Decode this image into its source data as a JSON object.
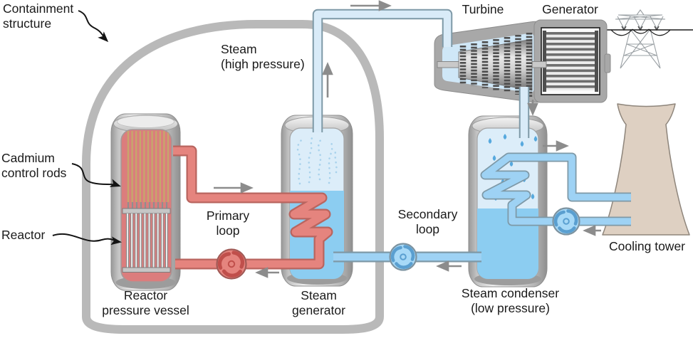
{
  "labels": {
    "containment": {
      "line1": "Containment",
      "line2": "structure"
    },
    "cadmium": {
      "line1": "Cadmium",
      "line2": "control rods"
    },
    "reactor": {
      "text": "Reactor"
    },
    "steam_hp": {
      "line1": "Steam",
      "line2": "(high pressure)"
    },
    "turbine": {
      "text": "Turbine"
    },
    "generator": {
      "text": "Generator"
    },
    "primary_loop": {
      "line1": "Primary",
      "line2": "loop"
    },
    "secondary_loop": {
      "line1": "Secondary",
      "line2": "loop"
    },
    "rpv": {
      "line1": "Reactor",
      "line2": "pressure vessel"
    },
    "steam_generator": {
      "line1": "Steam",
      "line2": "generator"
    },
    "condenser": {
      "line1": "Steam condenser",
      "line2": "(low pressure)"
    },
    "cooling_tower": {
      "text": "Cooling tower"
    }
  },
  "colors": {
    "containment_gray": "#b9b9b9",
    "machinery_gray": "#a8a8a8",
    "primary_pipe_red": "#e5847e",
    "primary_pipe_outline": "#b9655f",
    "pump_blade_red": "#c04f4b",
    "reactor_core_red": "#db7d7d",
    "control_rod_tan": "#c7a66c",
    "water_blue": "#8ccdf1",
    "steam_light_blue": "#dcedf9",
    "pipe_blue": "#9ed2f4",
    "steam_pipe_blue": "#d9ebf8",
    "pipe_outline_gray": "#7e99a7",
    "pump_blade_blue": "#5a9fd0",
    "cooling_tower_tan": "#ded0c2",
    "arrow_gray": "#8c8c8c"
  }
}
